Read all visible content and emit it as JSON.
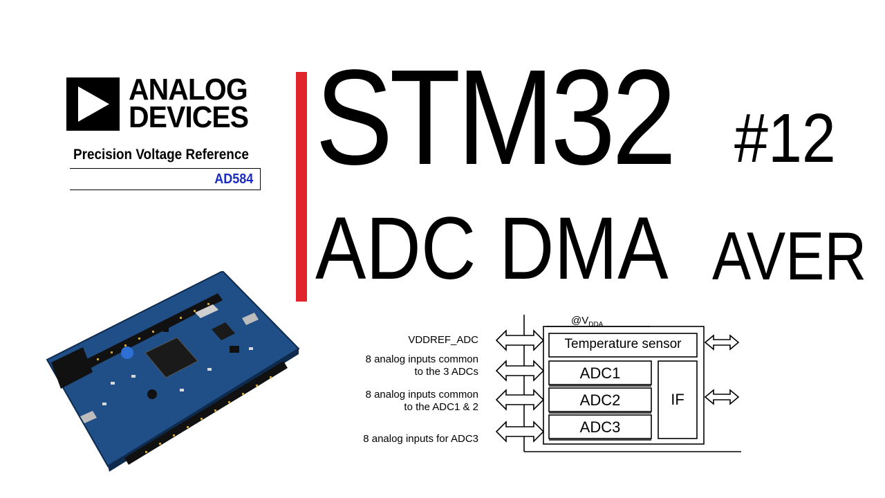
{
  "logo": {
    "line1": "ANALOG",
    "line2": "DEVICES",
    "icon": "triangle-play-icon"
  },
  "reference": {
    "title": "Precision Voltage Reference",
    "part_number": "AD584"
  },
  "title": {
    "main": "STM32",
    "number": "#12",
    "word1": "ADC",
    "word2": "DMA",
    "word3": "AVER"
  },
  "colors": {
    "accent_red": "#e0262b",
    "part_blue": "#1a2bbf",
    "board_blue": "#1f4f86"
  },
  "diagram": {
    "supply_label": "@V",
    "supply_sub": "DDA",
    "labels": [
      "VDDREF_ADC",
      "8 analog inputs common",
      "to the 3 ADCs",
      "8 analog inputs common",
      "to the ADC1 & 2",
      "8 analog inputs for ADC3"
    ],
    "blocks": {
      "temp": "Temperature sensor",
      "adc1": "ADC1",
      "adc2": "ADC2",
      "adc3": "ADC3",
      "iface": "IF"
    }
  }
}
